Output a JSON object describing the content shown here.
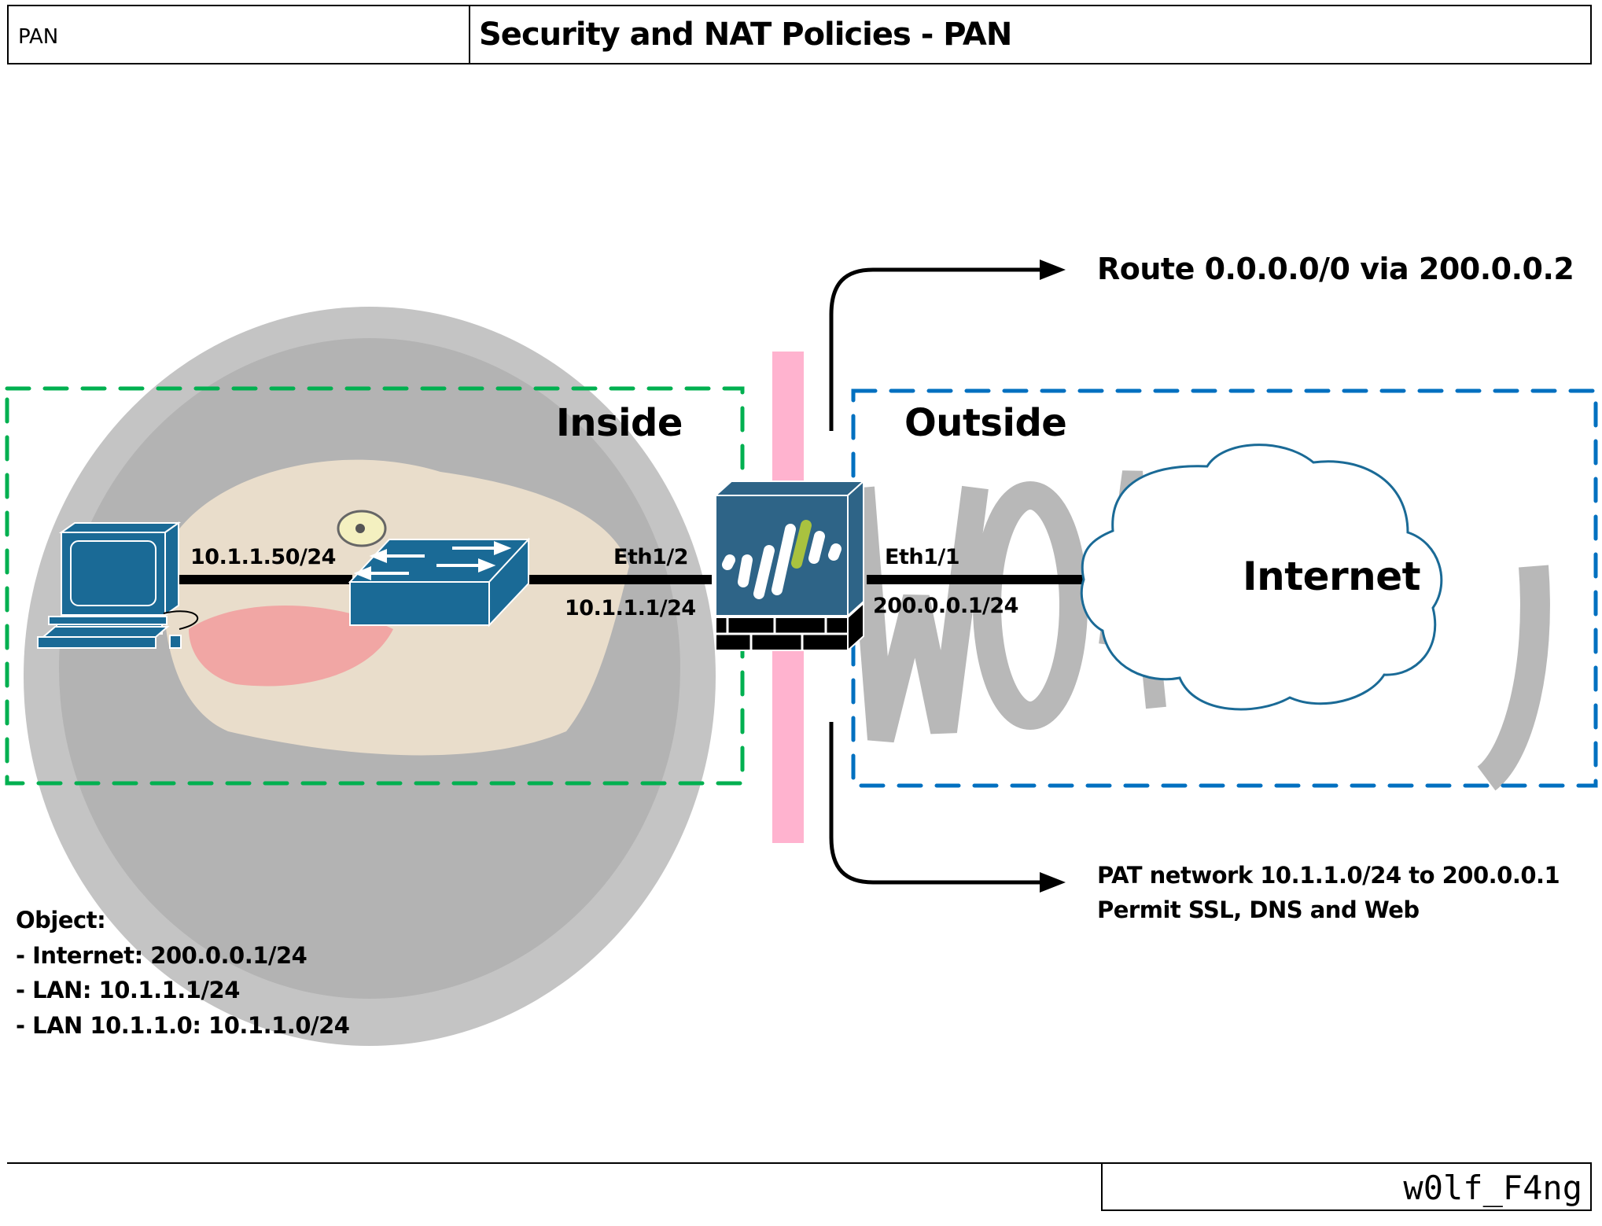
{
  "header": {
    "section_label": "PAN",
    "title": "Security and NAT Policies - PAN"
  },
  "zones": {
    "inside": {
      "label": "Inside",
      "border_color": "#00b050"
    },
    "outside": {
      "label": "Outside",
      "border_color": "#0070c0"
    }
  },
  "devices": {
    "pc": {
      "icon": "desktop-computer-icon",
      "color": "#1a6a96"
    },
    "switch": {
      "icon": "network-switch-icon",
      "color": "#1a6a96"
    },
    "firewall": {
      "icon": "palo-alto-firewall-icon",
      "color": "#2e6487",
      "accent": "#a9c23f"
    },
    "cloud": {
      "icon": "internet-cloud-icon",
      "label": "Internet",
      "outline": "#1a6a96"
    }
  },
  "links": {
    "pc_ip": "10.1.1.50/24",
    "inside_interface": "Eth1/2",
    "inside_ip": "10.1.1.1/24",
    "outside_interface": "Eth1/1",
    "outside_ip": "200.0.0.1/24"
  },
  "annotations": {
    "route": "Route 0.0.0.0/0 via 200.0.0.2",
    "nat_line1": "PAT network 10.1.1.0/24 to 200.0.0.1",
    "nat_line2": "Permit SSL, DNS and Web"
  },
  "objects": {
    "title": "Object:",
    "items": [
      "- Internet: 200.0.0.1/24",
      "- LAN: 10.1.1.1/24",
      "- LAN 10.1.1.0: 10.1.1.0/24"
    ]
  },
  "policy_boundary_color": "#ffb3cf",
  "footer": {
    "author": "w0lf_F4ng"
  }
}
